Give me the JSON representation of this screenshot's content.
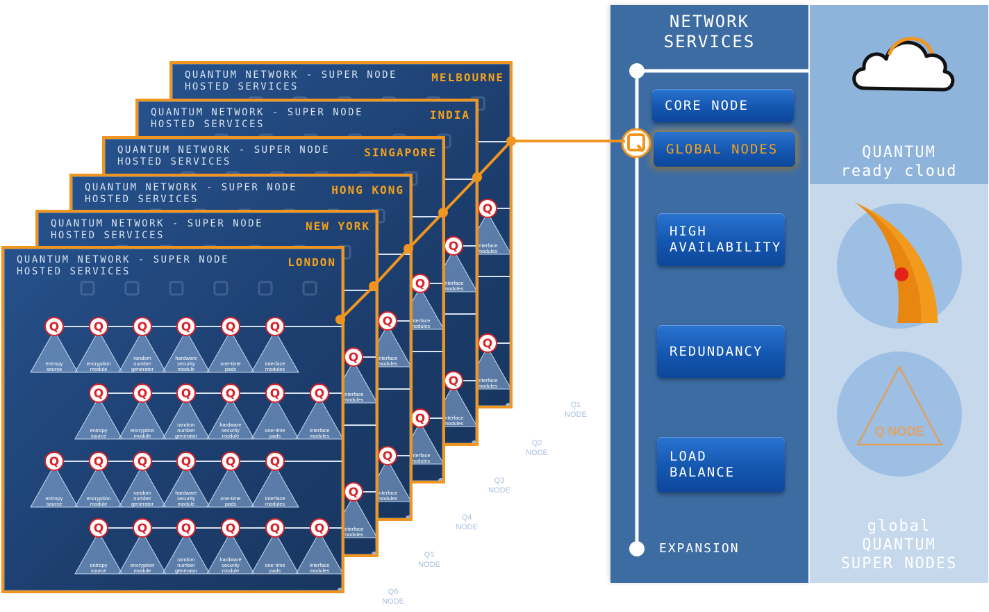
{
  "panels": [
    {
      "title1": "QUANTUM NETWORK - SUPER NODE",
      "title2": "HOSTED SERVICES",
      "city": "MELBOURNE"
    },
    {
      "title1": "QUANTUM NETWORK - SUPER NODE",
      "title2": "HOSTED SERVICES",
      "city": "INDIA"
    },
    {
      "title1": "QUANTUM NETWORK - SUPER NODE",
      "title2": "HOSTED SERVICES",
      "city": "SINGAPORE"
    },
    {
      "title1": "QUANTUM NETWORK - SUPER NODE",
      "title2": "HOSTED SERVICES",
      "city": "HONG KONG"
    },
    {
      "title1": "QUANTUM NETWORK - SUPER NODE",
      "title2": "HOSTED SERVICES",
      "city": "NEW YORK"
    },
    {
      "title1": "QUANTUM NETWORK - SUPER NODE",
      "title2": "HOSTED SERVICES",
      "city": "LONDON"
    }
  ],
  "module_rows": [
    [
      "entropy source",
      "encryption module",
      "random number generator",
      "hardware security module",
      "one-time pads",
      "interface modules"
    ],
    [
      "entropy source",
      "encryption module",
      "random number generator",
      "hardware security module",
      "one-time pads",
      "interface modules"
    ],
    [
      "entropy source",
      "encryption module",
      "random number generator",
      "hardware security module",
      "one-time pads",
      "interface modules"
    ],
    [
      "entropy source",
      "encryption module",
      "random number generator",
      "hardware security module",
      "one-time pads",
      "interface modules"
    ]
  ],
  "q_glyph": "Q",
  "layer_labels": [
    {
      "q": "Q1",
      "n": "NODE"
    },
    {
      "q": "Q2",
      "n": "NODE"
    },
    {
      "q": "Q3",
      "n": "NODE"
    },
    {
      "q": "Q4",
      "n": "NODE"
    },
    {
      "q": "Q5",
      "n": "NODE"
    },
    {
      "q": "Q6",
      "n": "NODE"
    }
  ],
  "services": {
    "title_line1": "NETWORK",
    "title_line2": "SERVICES",
    "buttons": [
      {
        "line1": "CORE NODE",
        "line2": ""
      },
      {
        "line1": "GLOBAL NODES",
        "line2": ""
      },
      {
        "line1": "HIGH",
        "line2": "AVAILABILITY"
      },
      {
        "line1": "REDUNDANCY",
        "line2": ""
      },
      {
        "line1": "LOAD",
        "line2": "BALANCE"
      }
    ],
    "expansion": "EXPANSION"
  },
  "right": {
    "cloud_line1": "QUANTUM",
    "cloud_line2": "ready cloud",
    "qnode_label": "Q NODE",
    "bottom_line1": "global",
    "bottom_line2": "QUANTUM",
    "bottom_line3": "SUPER NODES"
  },
  "colors": {
    "orange": "#f0951f",
    "panel_blue": "#1d3f70",
    "services_blue": "#3d6ca3",
    "right_light": "#c5d8ec",
    "q_red": "#d8232a"
  },
  "icons": [
    "cloud-icon",
    "swoosh-logo-icon",
    "q-node-triangle-icon",
    "q-node-icon",
    "module-triangle-icon"
  ]
}
